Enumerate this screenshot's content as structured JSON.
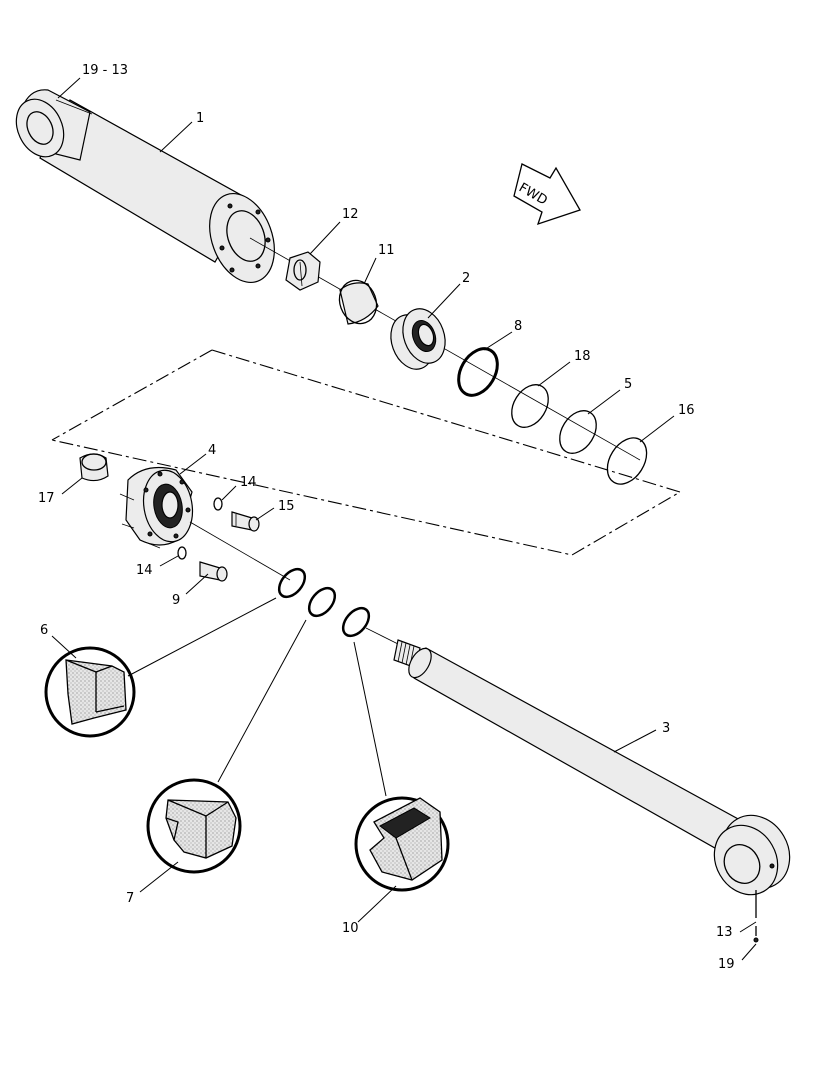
{
  "callouts": {
    "c19_13": "19 - 13",
    "c1": "1",
    "c12": "12",
    "c11": "11",
    "c2": "2",
    "c8": "8",
    "c18": "18",
    "c5": "5",
    "c16": "16",
    "c4": "4",
    "c17": "17",
    "c14a": "14",
    "c15": "15",
    "c14b": "14",
    "c9": "9",
    "c6": "6",
    "c3": "3",
    "c7": "7",
    "c10": "10",
    "c13": "13",
    "c19": "19"
  },
  "direction_arrow": {
    "label": "FWD"
  },
  "icons": [
    "fwd-arrow-icon"
  ]
}
